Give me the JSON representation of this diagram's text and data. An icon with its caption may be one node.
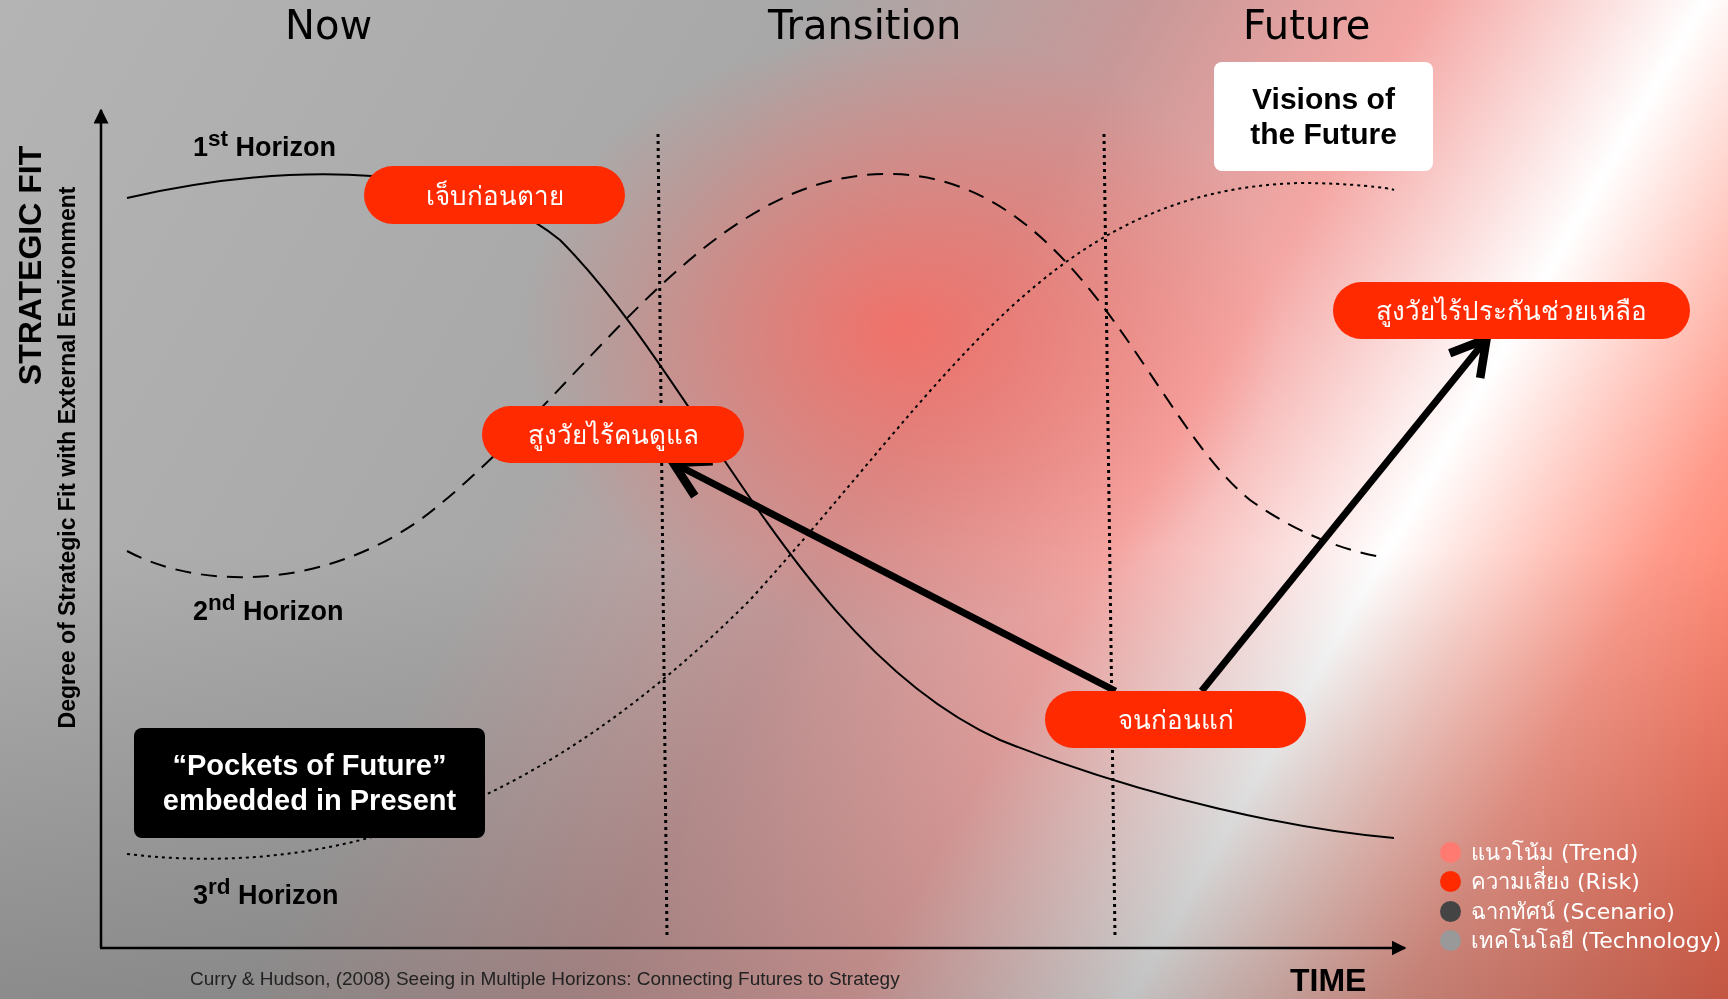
{
  "diagram": {
    "nodes": [
      {
        "text": [
          "เจ็บก่อนตาย"
        ]
      },
      {
        "text": [
          "สูงวัยไร้คนดูแล"
        ]
      },
      {
        "text": [
          "จนก่อนแก่"
        ]
      },
      {
        "text": [
          "สูงวัยไร้ประกันช่วยเหลือ"
        ]
      },
      {
        "text": [
          "Visions of the Future"
        ]
      },
      {
        "text": [
          "“Pockets of Future” embedded in Present"
        ]
      }
    ],
    "edges": [
      {
        "from": 2,
        "to": 1,
        "arrow": "to"
      },
      {
        "from": 2,
        "to": 3,
        "arrow": "to"
      }
    ],
    "labels": [
      "Now",
      "Transition",
      "Future",
      "1$^{st}$ Horizon",
      "2$^{nd}$ Horizon",
      "3$^{rd}$ Horizon",
      "STRATEGIC FIT",
      "Degree of Strategic Fit with External Environment",
      "TIME",
      "Curry & Hudson, (2008) Seeing in Multiple Horizons: Connecting Futures to Strategy"
    ],
    "legend": [
      {
        "text": "แนวโน้ม (Trend)",
        "color": "#ff7b72"
      },
      {
        "text": "ความเสี่ยง (Risk)",
        "color": "#ff2a00"
      },
      {
        "text": "ฉากทัศน์ (Scenario)",
        "color": "#444444"
      },
      {
        "text": "เทคโนโลยี (Technology)",
        "color": "#999999"
      }
    ]
  }
}
